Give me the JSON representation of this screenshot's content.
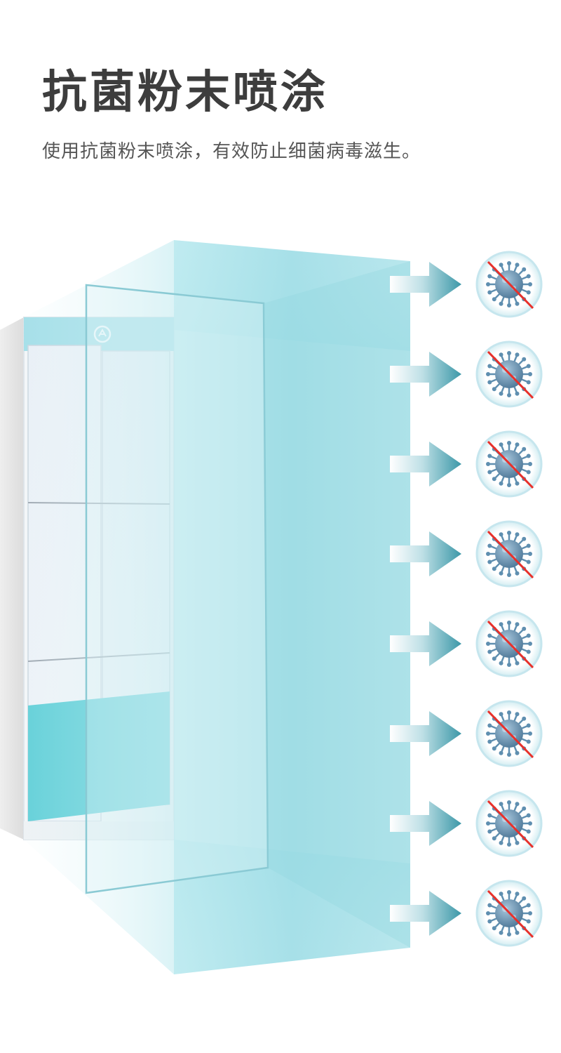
{
  "header": {
    "title": "抗菌粉末喷涂",
    "subtitle": "使用抗菌粉末喷涂，有效防止细菌病毒滋生。"
  },
  "illustration": {
    "icon": "virus-blocked-icon",
    "arrow_icon": "arrow-right-icon",
    "badge_icon": "cabinet-logo-icon",
    "rows": 8,
    "colors": {
      "accent": "#4fc3cc",
      "glass": "#9fdde6",
      "glass_deep": "#8ed5df",
      "virus": "#5f8fb0",
      "strike": "#e8302a",
      "circle": "#c6e6ee"
    }
  }
}
